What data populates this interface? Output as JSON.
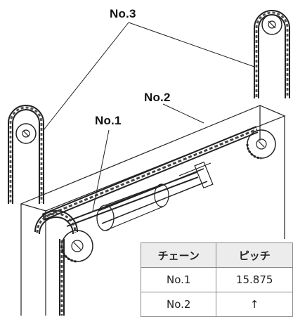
{
  "callouts": {
    "no3": "No.3",
    "no2": "No.2",
    "no1": "No.1"
  },
  "table": {
    "headers": [
      "チェーン",
      "ピッチ"
    ],
    "rows": [
      [
        "No.1",
        "15.875"
      ],
      [
        "No.2",
        "↑"
      ]
    ]
  },
  "colors": {
    "line": "#222222",
    "chain": "#333333",
    "header_bg": "#ececec"
  }
}
